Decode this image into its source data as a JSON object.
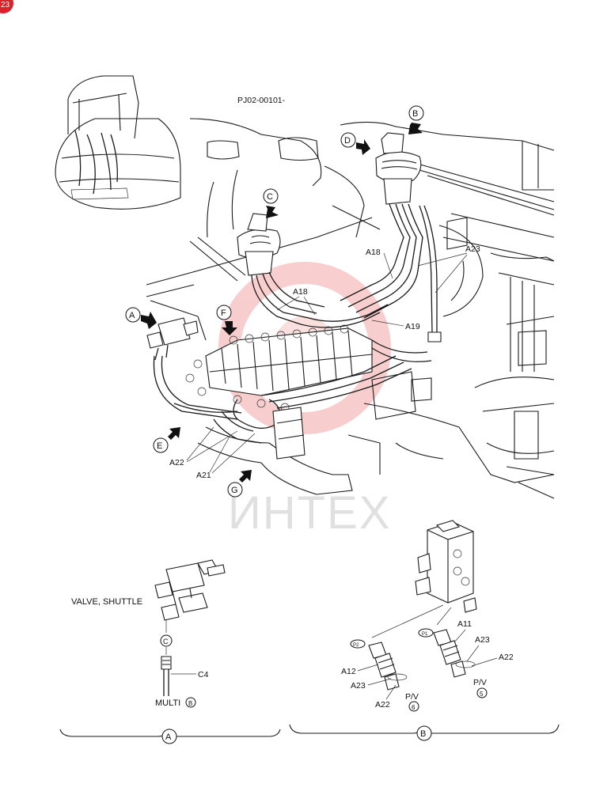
{
  "page_badge": "23",
  "drawing_code": "PJ02-00101-",
  "watermark": "ИНТЕХ",
  "colors": {
    "watermark": "#f2a6a6",
    "badge": "#d8232a",
    "ink": "#1a1a1a"
  },
  "view_markers": {
    "a": "A",
    "b": "B",
    "c": "C",
    "d": "D",
    "e": "E",
    "f": "F",
    "g": "G"
  },
  "part_labels": {
    "a18_left": "A18",
    "a18_right": "A18",
    "a23_top": "A23",
    "a19": "A19",
    "a22_main": "A22",
    "a21_main": "A21",
    "a11": "A11",
    "a23_p1": "A23",
    "a22_p1": "A22",
    "pv_p1": "P/V",
    "pv_p1_num": "5",
    "a12": "A12",
    "a23_p2": "A23",
    "a22_p2": "A22",
    "pv_p2": "P/V",
    "pv_p2_num": "6",
    "c4": "C4"
  },
  "port_tags": {
    "p1": "P1",
    "p2": "P2"
  },
  "detail_a": {
    "valve_label": "VALVE, SHUTTLE",
    "c_marker": "C",
    "multi_label": "MULTI",
    "multi_marker": "B"
  },
  "section_labels": {
    "left": "A",
    "right": "B"
  }
}
